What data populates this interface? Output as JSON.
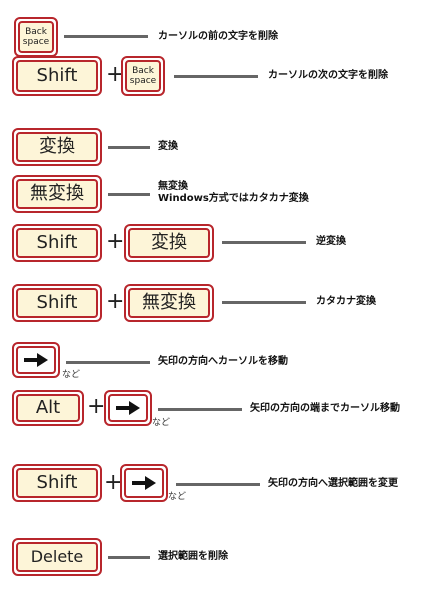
{
  "keys": {
    "backspace_line1": "Back",
    "backspace_line2": "space",
    "shift": "Shift",
    "henkan": "変換",
    "muhenkan": "無変換",
    "alt": "Alt",
    "delete": "Delete"
  },
  "plus": "+",
  "nado": "など",
  "descriptions": {
    "d1": "カーソルの前の文字を削除",
    "d2": "カーソルの次の文字を削除",
    "d3": "変換",
    "d4_line1": "無変換",
    "d4_line2": "Windows方式ではカタカナ変換",
    "d5": "逆変換",
    "d6": "カタカナ変換",
    "d7": "矢印の方向へカーソルを移動",
    "d8": "矢印の方向の端までカーソル移動",
    "d9": "矢印の方向へ選択範囲を変更",
    "d10": "選択範囲を削除"
  },
  "colors": {
    "key_border": "#b8262c",
    "key_fill": "#fdf5d8",
    "connector_line": "#666666"
  },
  "icons": [
    "right-arrow-key-icon"
  ]
}
